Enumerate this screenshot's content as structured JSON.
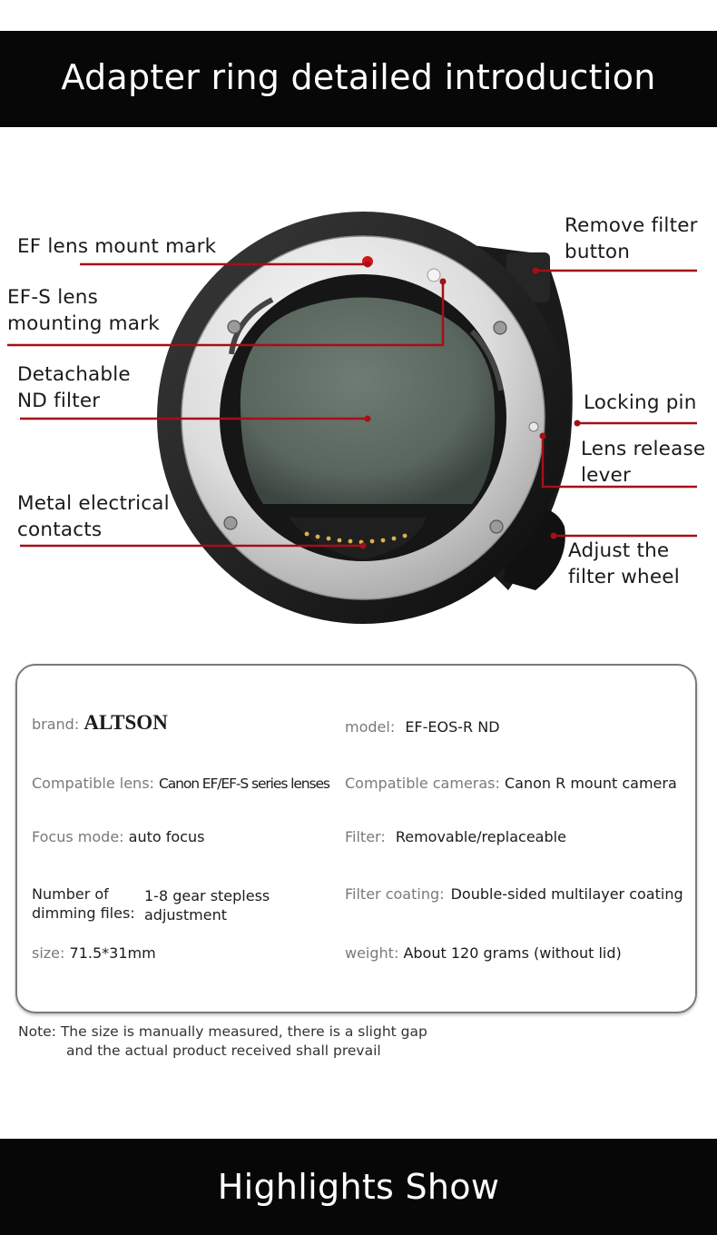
{
  "header": {
    "title": "Adapter ring detailed introduction"
  },
  "callouts": {
    "ef_mount_mark": "EF lens mount mark",
    "efs_mount_mark": "EF-S lens\nmounting mark",
    "nd_filter": "Detachable\nND filter",
    "electrical_contacts": "Metal electrical\ncontacts",
    "remove_filter_button": "Remove filter\nbutton",
    "locking_pin": "Locking pin",
    "lens_release_lever": "Lens release\nlever",
    "adjust_filter_wheel": "Adjust the\nfilter wheel"
  },
  "specs": {
    "brand": {
      "label": "brand:",
      "value": "ALTSON"
    },
    "model": {
      "label": "model:",
      "value": "EF-EOS-R ND"
    },
    "compatible_lens": {
      "label": "Compatible lens:",
      "value": "Canon EF/EF-S series lenses"
    },
    "compatible_cameras": {
      "label": "Compatible cameras:",
      "value": "Canon R mount camera"
    },
    "focus_mode": {
      "label": "Focus mode:",
      "value": "auto focus"
    },
    "filter": {
      "label": "Filter:",
      "value": "Removable/replaceable"
    },
    "dimming_files": {
      "label": "Number of\ndimming files:",
      "value": "1-8 gear stepless\nadjustment"
    },
    "filter_coating": {
      "label": "Filter coating:",
      "value": "Double-sided multilayer coating"
    },
    "size": {
      "label": "size:",
      "value": "71.5*31mm"
    },
    "weight": {
      "label": "weight:",
      "value": "About 120 grams (without lid)"
    }
  },
  "note": {
    "line1": "Note: The size is manually measured, there is a slight gap",
    "line2": "and the actual product received shall prevail"
  },
  "footer": {
    "title": "Highlights Show"
  },
  "colors": {
    "accent_red": "#a50f18",
    "banner_bg": "#070707"
  }
}
